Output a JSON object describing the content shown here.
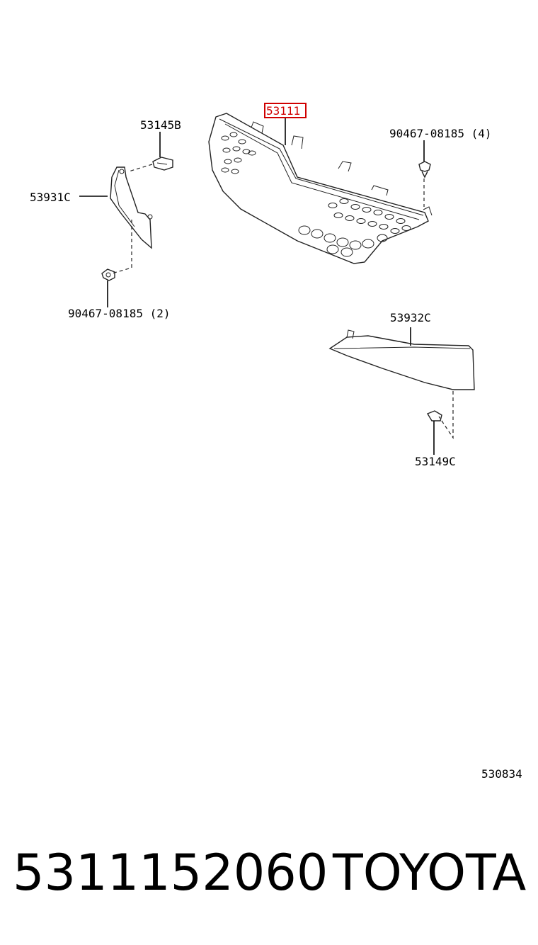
{
  "diagram": {
    "labels": {
      "grille": "53111",
      "clip_top_left": "53145B",
      "left_molding": "53931C",
      "screw_left": "90467-08185 (2)",
      "screw_right": "90467-08185 (4)",
      "right_molding": "53932C",
      "clip_bottom_right": "53149C",
      "figure_code": "530834"
    },
    "highlight_color": "#d00000"
  },
  "footer": {
    "part_number": "5311152060",
    "brand": "TOYOTA"
  }
}
